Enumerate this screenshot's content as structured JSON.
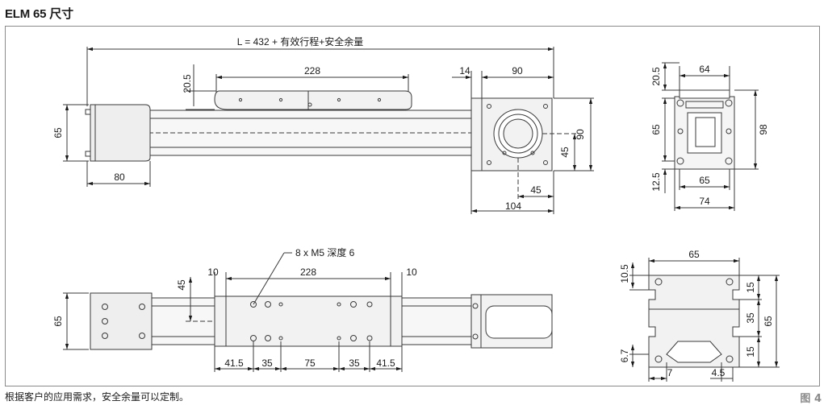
{
  "title": "ELM 65 尺寸",
  "footnote": "根据客户的应用需求，安全余量可以定制。",
  "figure_label": "图 4",
  "colors": {
    "stroke": "#3a3a3a",
    "fill_light": "#f2f2f2",
    "frame": "#8a8a8a"
  },
  "top_view": {
    "length_label": "L = 432 + 有效行程+安全余量",
    "carriage_length": "228",
    "carriage_offset": "20.5",
    "height": "65",
    "end_cap": "80",
    "gap": "14",
    "motor_width": "90",
    "motor_height": "90",
    "motor_center_v": "45",
    "motor_center_h": "45",
    "motor_total": "104"
  },
  "end_view": {
    "offset_top": "20.5",
    "top_width": "64",
    "height": "65",
    "total_height": "98",
    "offset_bottom": "12.5",
    "base_width": "65",
    "total_width": "74"
  },
  "bottom_view": {
    "hole_note": "8 x M5 深度 6",
    "hole_span": "228",
    "margin_left": "10",
    "margin_right": "10",
    "offset": "45",
    "height": "65",
    "pitch": [
      "41.5",
      "35",
      "75",
      "35",
      "41.5"
    ]
  },
  "profile_view": {
    "width": "65",
    "top_offset": "10.5",
    "slot_a": "15",
    "slot_mid": "35",
    "slot_b": "15",
    "height": "65",
    "bottom_offset": "6.7",
    "groove_left": "7",
    "groove_right": "4.5"
  }
}
